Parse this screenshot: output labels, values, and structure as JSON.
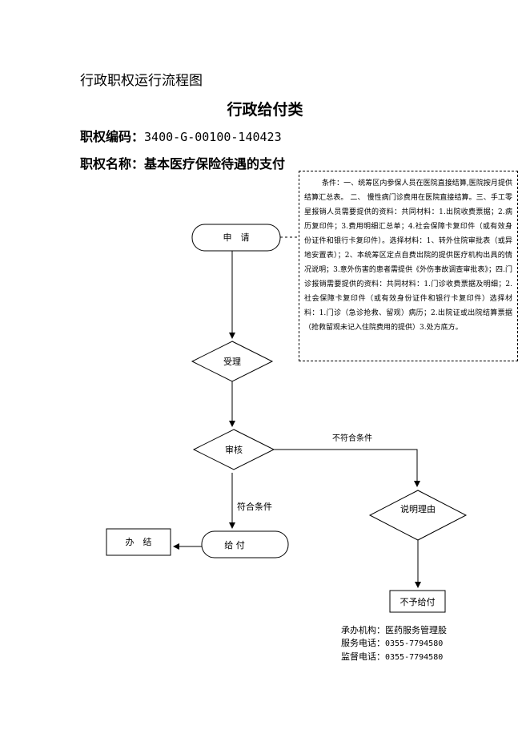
{
  "header": {
    "text": "行政职权运行流程图"
  },
  "title": "行政给付类",
  "meta": {
    "code_label": "职权编码：",
    "code_value": "3400-G-00100-140423",
    "name_label": "职权名称：",
    "name_value": "基本医疗保险待遇的支付"
  },
  "conditions_text": "条件：一、统筹区内参保人员在医院直接结算,医院按月提供结算汇总表。 二、 慢性病门诊费用在医院直接结算。三、手工零星报销人员需要提供的资料：共同材料：1.出院收费票据；2.病历复印件；3.费用明细汇总单；4.社会保障卡复印件（或有效身份证件和银行卡复印件）。选择材料：1、转外住院审批表（或异地安置表）；2、本统筹区定点自费出院的提供医疗机构出具的情况说明；3.意外伤害的患者需提供《外伤事故调查审批表》；四.门诊报销需要提供的资料：共同材料：1.门诊收费票据及明细；2.社会保障卡复印件（或有效身份证件和银行卡复印件）选择材料：1.门诊（急诊抢救、留观）病历；2.出院证或出院结算票据（抢救留观未记入住院费用的提供）3.处方底方。",
  "nodes": {
    "apply": "申　请",
    "accept": "受理",
    "review": "审核",
    "pay": "给 付",
    "done": "办　结",
    "explain": "说明理由",
    "nopay": "不予给付"
  },
  "edges": {
    "not_met": "不符合条件",
    "met": "符合条件"
  },
  "footer": {
    "agency_label": "承办机构：",
    "agency_value": "医药服务管理股",
    "service_label": "服务电话：",
    "service_value": "0355-7794580",
    "supervise_label": "监督电话：",
    "supervise_value": "0355-7794580"
  }
}
